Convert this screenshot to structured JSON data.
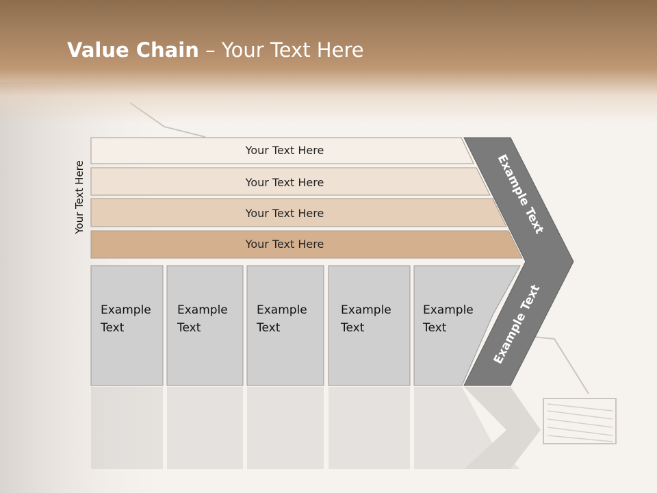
{
  "slide": {
    "title_bold": "Value Chain",
    "title_rest": " – Your Text Here",
    "side_label": "Your Text Here"
  },
  "rows": [
    {
      "label": "Your Text Here",
      "color": "#f6efe8"
    },
    {
      "label": "Your Text Here",
      "color": "#efe1d4"
    },
    {
      "label": "Your Text Here",
      "color": "#e6cfb9"
    },
    {
      "label": "Your Text Here",
      "color": "#d4b08f"
    }
  ],
  "boxes": [
    {
      "label": "Example\nText"
    },
    {
      "label": "Example\nText"
    },
    {
      "label": "Example\nText"
    },
    {
      "label": "Example\nText"
    },
    {
      "label": "Example\nText"
    }
  ],
  "chevron": {
    "upper_text": "Example Text",
    "lower_text": "Example Text",
    "color": "#7b7b7b"
  },
  "colors": {
    "header": "#a3805f",
    "box_fill": "#cfcfcf",
    "box_stroke": "#9a9a9a"
  }
}
